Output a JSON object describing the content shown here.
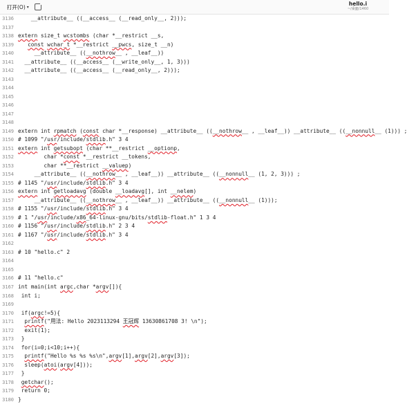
{
  "header": {
    "open_label": "打开(O)",
    "file_name": "hello.i",
    "file_path": "~/桌面/1460"
  },
  "icons": {
    "open_menu": "chevron-down-icon",
    "new_tab": "new-document-icon"
  },
  "colors": {
    "squiggle": "#e01b24",
    "line_number": "#8a8a8a",
    "text": "#1e1e1e"
  },
  "editor": {
    "lines": [
      {
        "n": "3136",
        "segs": [
          [
            "    __attribute__ ((__access__ (__read_only__, 2)));"
          ]
        ]
      },
      {
        "n": "3137",
        "segs": []
      },
      {
        "n": "3138",
        "segs": [
          [
            "extern",
            1
          ],
          [
            " size_t "
          ],
          [
            "wcstombs",
            1
          ],
          [
            " (char *__restrict __s,"
          ]
        ]
      },
      {
        "n": "3139",
        "segs": [
          [
            "   "
          ],
          [
            "const",
            1
          ],
          [
            " "
          ],
          [
            "wchar_t",
            1
          ],
          [
            " *__restrict "
          ],
          [
            "__pwcs",
            1
          ],
          [
            ", size_t __n)"
          ]
        ]
      },
      {
        "n": "3140",
        "segs": [
          [
            "     __attribute__ (("
          ],
          [
            "__nothrow",
            1
          ],
          [
            "__ , __leaf__))"
          ]
        ]
      },
      {
        "n": "3141",
        "segs": [
          [
            "  __attribute__ ((__access__ (__write_only__, 1, 3)))"
          ]
        ]
      },
      {
        "n": "3142",
        "segs": [
          [
            "  __attribute__ ((__access__ (__read_only__, 2)));"
          ]
        ]
      },
      {
        "n": "3143",
        "segs": []
      },
      {
        "n": "3144",
        "segs": []
      },
      {
        "n": "3145",
        "segs": []
      },
      {
        "n": "3146",
        "segs": []
      },
      {
        "n": "3147",
        "segs": []
      },
      {
        "n": "3148",
        "segs": []
      },
      {
        "n": "3149",
        "segs": [
          [
            "extern int "
          ],
          [
            "rpmatch",
            1
          ],
          [
            " ("
          ],
          [
            "const",
            1
          ],
          [
            " char *__response) __attribute__ (("
          ],
          [
            "__nothrow",
            1
          ],
          [
            "__ , __leaf__)) __attribute__ (("
          ],
          [
            "__nonnull",
            1
          ],
          [
            "__ (1))) ;"
          ]
        ]
      },
      {
        "n": "3150",
        "segs": [
          [
            "# 1099 \"/"
          ],
          [
            "usr",
            1
          ],
          [
            "/include/"
          ],
          [
            "stdlib",
            1
          ],
          [
            ".h\" 3 4"
          ]
        ]
      },
      {
        "n": "3151",
        "segs": [
          [
            "extern",
            1
          ],
          [
            " int "
          ],
          [
            "getsubopt",
            1
          ],
          [
            " (char **__restrict "
          ],
          [
            "__optionp",
            1
          ],
          [
            ","
          ]
        ]
      },
      {
        "n": "3152",
        "segs": [
          [
            "        char *"
          ],
          [
            "const",
            1
          ],
          [
            " *__restrict __tokens,"
          ]
        ]
      },
      {
        "n": "3153",
        "segs": [
          [
            "        char **__restrict "
          ],
          [
            "__valuep",
            1
          ],
          [
            ")"
          ]
        ]
      },
      {
        "n": "3154",
        "segs": [
          [
            "     __attribute__ (("
          ],
          [
            "__nothrow",
            1
          ],
          [
            "__ , __leaf__)) __attribute__ (("
          ],
          [
            "__nonnull",
            1
          ],
          [
            "__ (1, 2, 3))) ;"
          ]
        ]
      },
      {
        "n": "3155",
        "segs": [
          [
            "# 1145 \"/"
          ],
          [
            "usr",
            1
          ],
          [
            "/include/"
          ],
          [
            "stdlib",
            1
          ],
          [
            ".h\" 3 4"
          ]
        ]
      },
      {
        "n": "3156",
        "segs": [
          [
            "extern",
            1
          ],
          [
            " int "
          ],
          [
            "getloadavg",
            1
          ],
          [
            " (double "
          ],
          [
            "__loadavg",
            1
          ],
          [
            "[], int "
          ],
          [
            "__nelem",
            1
          ],
          [
            ")"
          ]
        ]
      },
      {
        "n": "3157",
        "segs": [
          [
            "     __attribute__ (("
          ],
          [
            "__nothrow",
            1
          ],
          [
            "__ , __leaf__)) __attribute__ (("
          ],
          [
            "__nonnull",
            1
          ],
          [
            "__ (1)));"
          ]
        ]
      },
      {
        "n": "3158",
        "segs": [
          [
            "# 1155 \"/"
          ],
          [
            "usr",
            1
          ],
          [
            "/include/"
          ],
          [
            "stdlib",
            1
          ],
          [
            ".h\" 3 4"
          ]
        ]
      },
      {
        "n": "3159",
        "segs": [
          [
            "# 1 \"/"
          ],
          [
            "usr",
            1
          ],
          [
            "/include/"
          ],
          [
            "x86",
            1
          ],
          [
            "_64-linux-gnu/bits/"
          ],
          [
            "stdlib",
            1
          ],
          [
            "-float.h\" 1 3 4"
          ]
        ]
      },
      {
        "n": "3160",
        "segs": [
          [
            "# 1156 \"/"
          ],
          [
            "usr",
            1
          ],
          [
            "/include/"
          ],
          [
            "stdlib",
            1
          ],
          [
            ".h\" 2 3 4"
          ]
        ]
      },
      {
        "n": "3161",
        "segs": [
          [
            "# 1167 \"/"
          ],
          [
            "usr",
            1
          ],
          [
            "/include/"
          ],
          [
            "stdlib",
            1
          ],
          [
            ".h\" 3 4"
          ]
        ]
      },
      {
        "n": "3162",
        "segs": []
      },
      {
        "n": "3163",
        "segs": [
          [
            "# 10 \"hello.c\" 2"
          ]
        ]
      },
      {
        "n": "3164",
        "segs": []
      },
      {
        "n": "3165",
        "segs": []
      },
      {
        "n": "3166",
        "segs": [
          [
            "# 11 \"hello.c\""
          ]
        ]
      },
      {
        "n": "3167",
        "segs": [
          [
            "int main(int "
          ],
          [
            "argc",
            1
          ],
          [
            ",char *"
          ],
          [
            "argv",
            1
          ],
          [
            "[]){"
          ]
        ]
      },
      {
        "n": "3168",
        "segs": [
          [
            " int i;"
          ]
        ]
      },
      {
        "n": "3169",
        "segs": []
      },
      {
        "n": "3170",
        "segs": [
          [
            " if("
          ],
          [
            "argc",
            1
          ],
          [
            "!=5){"
          ]
        ]
      },
      {
        "n": "3171",
        "segs": [
          [
            "  "
          ],
          [
            "printf",
            1
          ],
          [
            "(\"用法: Hello 2023113294 "
          ],
          [
            "王冠辉",
            1
          ],
          [
            " 13630861708 3! \\n\");"
          ]
        ]
      },
      {
        "n": "3172",
        "segs": [
          [
            "  exit(1);"
          ]
        ]
      },
      {
        "n": "3173",
        "segs": [
          [
            " }"
          ]
        ]
      },
      {
        "n": "3174",
        "segs": [
          [
            " for(i=0;i<10;i++){"
          ]
        ]
      },
      {
        "n": "3175",
        "segs": [
          [
            "  "
          ],
          [
            "printf",
            1
          ],
          [
            "(\"Hello %s %s %s\\n\","
          ],
          [
            "argv",
            1
          ],
          [
            "[1],"
          ],
          [
            "argv",
            1
          ],
          [
            "[2],"
          ],
          [
            "argv",
            1
          ],
          [
            "[3]);"
          ]
        ]
      },
      {
        "n": "3176",
        "segs": [
          [
            "  sleep("
          ],
          [
            "atoi",
            1
          ],
          [
            "("
          ],
          [
            "argv",
            1
          ],
          [
            "[4]));"
          ]
        ]
      },
      {
        "n": "3177",
        "segs": [
          [
            " }"
          ]
        ]
      },
      {
        "n": "3178",
        "segs": [
          [
            " "
          ],
          [
            "getchar",
            1
          ],
          [
            "();"
          ]
        ]
      },
      {
        "n": "3179",
        "segs": [
          [
            " return 0;"
          ]
        ]
      },
      {
        "n": "3180",
        "segs": [
          [
            "}"
          ]
        ]
      }
    ]
  }
}
